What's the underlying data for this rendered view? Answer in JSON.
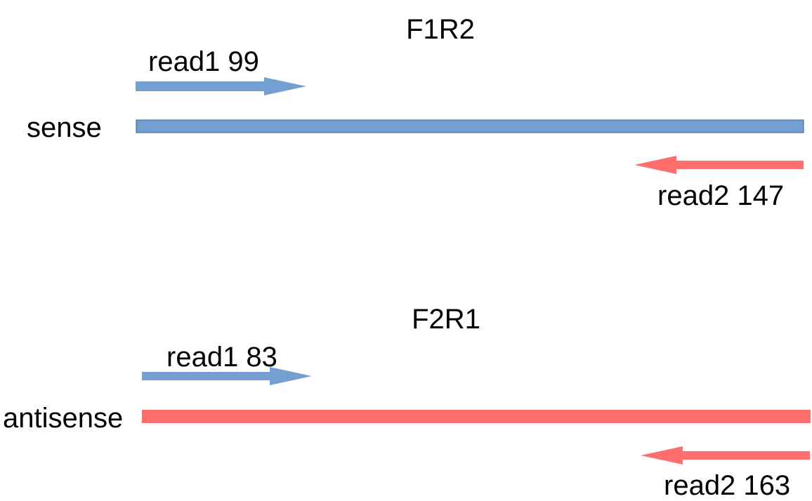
{
  "colors": {
    "blue": "#739fd1",
    "blue_edge": "#3a5f91",
    "red": "#ff6e6e"
  },
  "panels": [
    {
      "title": "F1R2",
      "strand_label": "sense",
      "strand_color": "blue",
      "read1": {
        "label": "read1 99",
        "direction": "right",
        "color": "blue"
      },
      "read2": {
        "label": "read2 147",
        "direction": "left",
        "color": "red"
      }
    },
    {
      "title": "F2R1",
      "strand_label": "antisense",
      "strand_color": "red",
      "read1": {
        "label": "read1 83",
        "direction": "right",
        "color": "blue"
      },
      "read2": {
        "label": "read2 163",
        "direction": "left",
        "color": "red"
      }
    }
  ]
}
